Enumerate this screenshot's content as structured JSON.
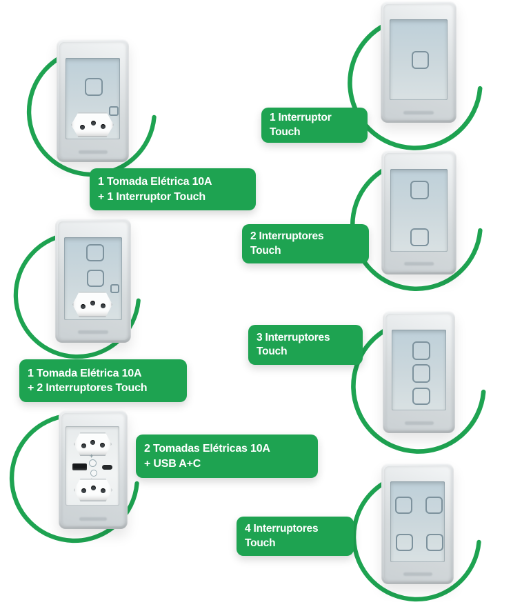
{
  "accent_color": "#1ea351",
  "page_background": "#ffffff",
  "plus_mark": "+",
  "products": [
    {
      "callout_line1": "1 Tomada Elétrica 10A",
      "callout_line2": "+ 1 Interruptor Touch",
      "touch_buttons": 1,
      "outlets": 1
    },
    {
      "callout_line1": "1 Tomada Elétrica 10A",
      "callout_line2": "+ 2 Interruptores Touch",
      "touch_buttons": 2,
      "outlets": 1
    },
    {
      "callout_line1": "2 Tomadas Elétricas 10A",
      "callout_line2": "+ USB A+C",
      "touch_buttons": 0,
      "outlets": 2,
      "usb_ports": [
        "USB-A",
        "USB-C"
      ]
    },
    {
      "callout_line1": "1 Interruptor",
      "callout_line2": "Touch",
      "touch_buttons": 1,
      "outlets": 0
    },
    {
      "callout_line1": "2 Interruptores",
      "callout_line2": "Touch",
      "touch_buttons": 2,
      "outlets": 0
    },
    {
      "callout_line1": "3 Interruptores",
      "callout_line2": "Touch",
      "touch_buttons": 3,
      "outlets": 0
    },
    {
      "callout_line1": "4 Interruptores",
      "callout_line2": "Touch",
      "touch_buttons": 4,
      "outlets": 0
    }
  ]
}
